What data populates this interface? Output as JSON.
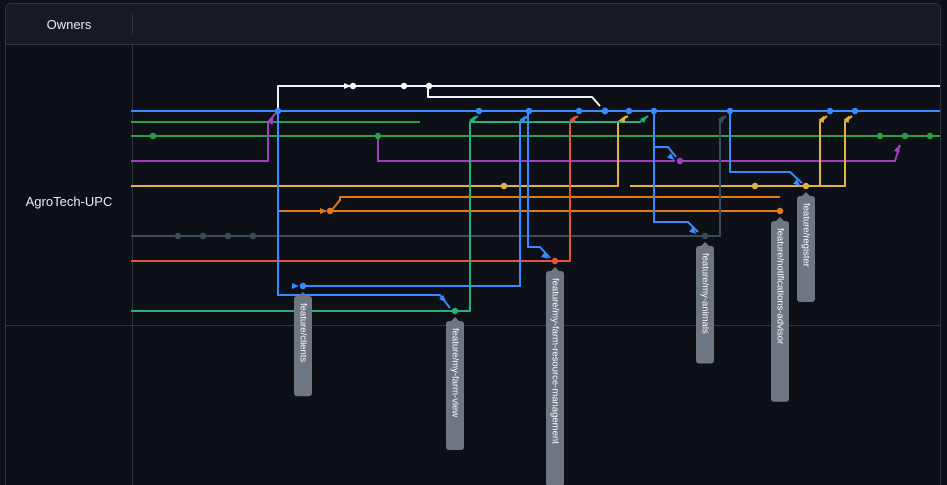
{
  "header": {
    "owners_label": "Owners"
  },
  "owner": {
    "name": "AgroTech-UPC"
  },
  "colors": {
    "background": "#0d1117",
    "white": "#f0f6fc",
    "blue": "#388bfd",
    "green": "#2ea043",
    "teal": "#26b07a",
    "purple": "#a040c0",
    "yellow": "#e3b341",
    "orange": "#e07b16",
    "slate": "#3a4b5c",
    "red": "#e5533c",
    "tag_bg": "#6e7681"
  },
  "branch_tags": [
    {
      "label": "feature/clients",
      "color": "blue"
    },
    {
      "label": "feature/my-farm-view",
      "color": "teal"
    },
    {
      "label": "feature/my-farm-resource-management",
      "color": "red"
    },
    {
      "label": "feature/my-animals",
      "color": "slate"
    },
    {
      "label": "feature/notifications-advisor",
      "color": "orange"
    },
    {
      "label": "feature/register",
      "color": "yellow"
    }
  ]
}
